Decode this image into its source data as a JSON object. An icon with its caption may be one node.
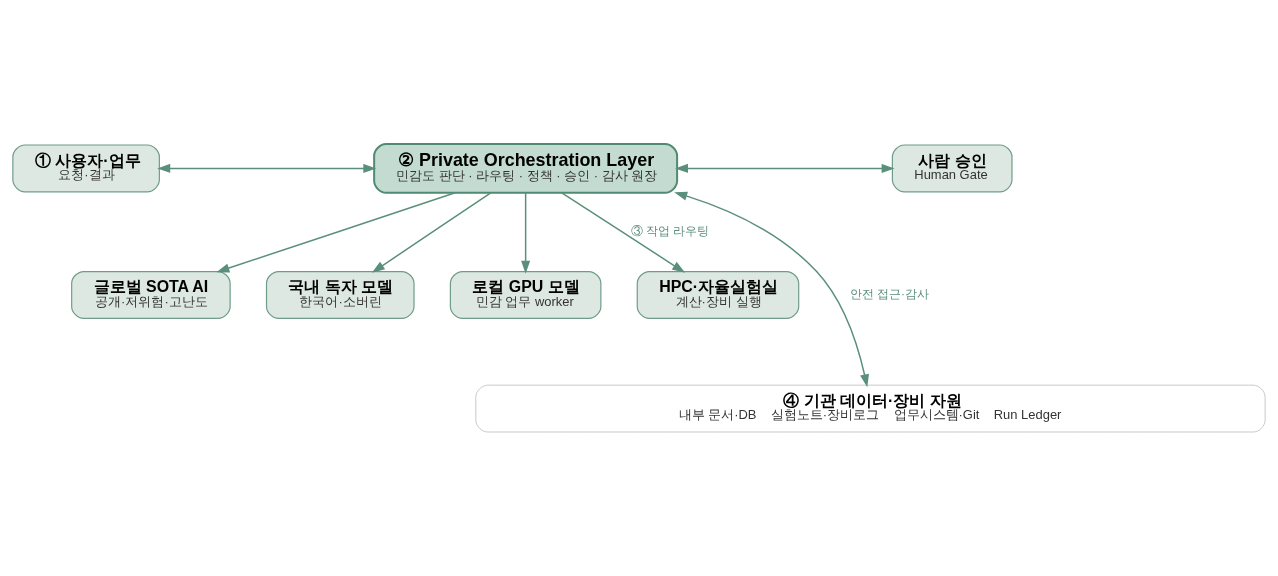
{
  "diagram": {
    "nodes": [
      {
        "text": [
          "① 사용자·업무",
          "요청·결과"
        ]
      },
      {
        "text": [
          "② Private Orchestration Layer",
          "민감도 판단 · 라우팅 · 정책 · 승인 · 감사 원장"
        ]
      },
      {
        "text": [
          "사람 승인",
          "Human Gate"
        ]
      },
      {
        "text": [
          "글로벌 SOTA AI",
          "공개·저위험·고난도"
        ]
      },
      {
        "text": [
          "국내 독자 모델",
          "한국어·소버린"
        ]
      },
      {
        "text": [
          "로컬 GPU 모델",
          "민감 업무 worker"
        ]
      },
      {
        "text": [
          "HPC·자율실험실",
          "계산·장비 실행"
        ]
      },
      {
        "text": [
          "④ 기관 데이터·장비 자원",
          "내부 문서·DB    실험노트·장비로그    업무시스템·Git    Run Ledger"
        ]
      }
    ],
    "edges": [
      {
        "from": 0,
        "to": 1,
        "arrow": "both"
      },
      {
        "from": 1,
        "to": 2,
        "arrow": "both"
      },
      {
        "from": 1,
        "to": 3,
        "arrow": "to"
      },
      {
        "from": 1,
        "to": 4,
        "arrow": "to"
      },
      {
        "from": 1,
        "to": 5,
        "arrow": "to"
      },
      {
        "from": 1,
        "to": 6,
        "arrow": "to",
        "label": "③ 작업 라우팅"
      },
      {
        "from": 1,
        "to": 7,
        "arrow": "both",
        "label": "안전 접근·감사"
      }
    ]
  }
}
